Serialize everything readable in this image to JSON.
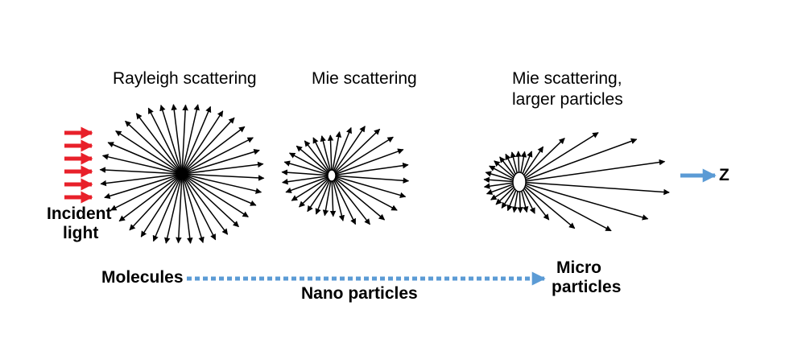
{
  "titles": {
    "rayleigh": "Rayleigh scattering",
    "mie": "Mie scattering",
    "mie_large_line1": "Mie scattering,",
    "mie_large_line2": "larger particles"
  },
  "labels": {
    "incident_line1": "Incident",
    "incident_line2": "light",
    "z_axis": "Z",
    "molecules": "Molecules",
    "nano": "Nano particles",
    "micro_line1": "Micro",
    "micro_line2": "particles"
  },
  "colors": {
    "incident_arrows": "#e8202a",
    "axis_arrow": "#5b9bd5",
    "scale_line": "#5b9bd5",
    "scatter_arrows": "#000000",
    "particle_fill": "#ffffff"
  }
}
